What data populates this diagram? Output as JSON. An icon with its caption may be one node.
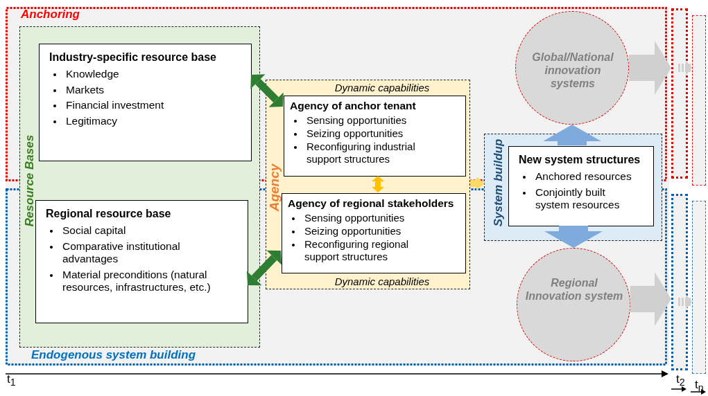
{
  "diagram": {
    "nodes": [
      {
        "text": [
          "Resource Bases"
        ]
      },
      {
        "text": [
          "Industry-specific resource base",
          "Knowledge",
          "Markets",
          "Financial investment",
          "Legitimacy"
        ],
        "in": 0
      },
      {
        "text": [
          "Regional resource base",
          "Social capital",
          "Comparative institutional advantages",
          "Material preconditions (natural resources, infrastructures, etc.)"
        ],
        "in": 0
      },
      {
        "text": [
          "Dynamic capabilities",
          "Agency",
          "Dynamic capabilities"
        ]
      },
      {
        "text": [
          "Agency of anchor tenant",
          "Sensing opportunities",
          "Seizing opportunities",
          "Reconfiguring industrial support structures"
        ],
        "in": 3
      },
      {
        "text": [
          "Agency of regional stakeholders",
          "Sensing opportunities",
          "Seizing opportunities",
          "Reconfiguring regional support structures"
        ],
        "in": 3
      },
      {
        "text": [
          "System buildup"
        ]
      },
      {
        "text": [
          "New system structures",
          "Anchored resources",
          "Conjointly built system resources"
        ],
        "in": 6
      },
      {
        "text": [
          "Global/National innovation systems"
        ]
      },
      {
        "text": [
          "Regional Innovation system"
        ]
      },
      {
        "text": [],
        "shape": "box"
      },
      {
        "text": [],
        "shape": "box"
      },
      {
        "text": [],
        "shape": "box"
      },
      {
        "text": [],
        "shape": "box"
      }
    ],
    "edges": [
      {
        "from": 1,
        "to": 4,
        "arrow": "both",
        "color": "#2e7d32"
      },
      {
        "from": 2,
        "to": 5,
        "arrow": "both",
        "color": "#2e7d32"
      },
      {
        "from": 4,
        "to": 5,
        "arrow": "both",
        "color": "#ffc000"
      },
      {
        "from": 3,
        "to": 6,
        "arrow": "to",
        "color": "#ffd966"
      },
      {
        "from": 7,
        "to": 8,
        "arrow": "to",
        "color": "#7faadc"
      },
      {
        "from": 7,
        "to": 9,
        "arrow": "to",
        "color": "#7faadc"
      },
      {
        "from": 8,
        "to": 10,
        "arrow": "to"
      },
      {
        "from": 10,
        "to": 11,
        "arrow": "to",
        "style": "dashed"
      },
      {
        "from": 9,
        "to": 12,
        "arrow": "to"
      },
      {
        "from": 12,
        "to": 13,
        "arrow": "to",
        "style": "dashed"
      }
    ],
    "labels": [
      "Anchoring",
      "Endogenous system building",
      "t$_{1}$",
      "t$_{2}$",
      "t$_{n}$"
    ]
  }
}
